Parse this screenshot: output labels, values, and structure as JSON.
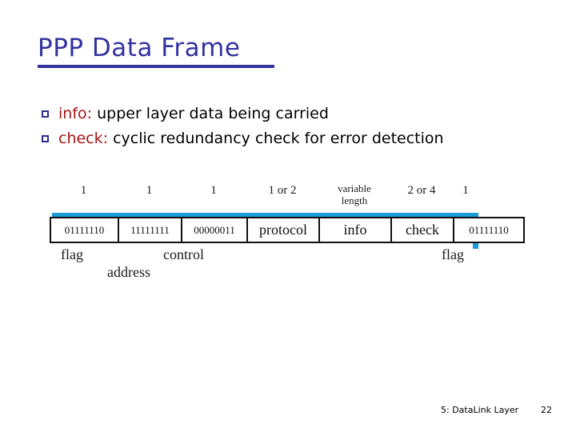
{
  "slide": {
    "title": "PPP Data Frame",
    "title_color": "#3333A0",
    "accent_color": "#189BD7",
    "keyword_color": "#A81414",
    "bullet_marker_color": "#2A2A8C"
  },
  "bullets": [
    {
      "keyword": "info:",
      "text": " upper layer data being carried"
    },
    {
      "keyword": "check:",
      "text": "  cyclic redundancy check for error detection"
    }
  ],
  "diagram": {
    "size_labels": [
      {
        "text": "1",
        "lines": [
          "1"
        ]
      },
      {
        "text": "1",
        "lines": [
          "1"
        ]
      },
      {
        "text": "1",
        "lines": [
          "1"
        ]
      },
      {
        "text": "1 or 2",
        "lines": [
          "1 or 2"
        ]
      },
      {
        "text": "variable length",
        "lines": [
          "variable",
          "length"
        ]
      },
      {
        "text": "2 or 4",
        "lines": [
          "2 or 4"
        ]
      },
      {
        "text": "1",
        "lines": [
          "1"
        ]
      }
    ],
    "cells": [
      {
        "value": "01111110",
        "style": "bits"
      },
      {
        "value": "11111111",
        "style": "bits"
      },
      {
        "value": "00000011",
        "style": "bits"
      },
      {
        "value": "protocol",
        "style": "word"
      },
      {
        "value": "info",
        "style": "word"
      },
      {
        "value": "check",
        "style": "word"
      },
      {
        "value": "01111110",
        "style": "bits"
      }
    ],
    "name_labels": [
      {
        "text": "flag"
      },
      {
        "text": "address"
      },
      {
        "text": "control"
      },
      {
        "text": "flag"
      }
    ]
  },
  "footer": {
    "chapter": "5: DataLink Layer",
    "page": "22"
  }
}
